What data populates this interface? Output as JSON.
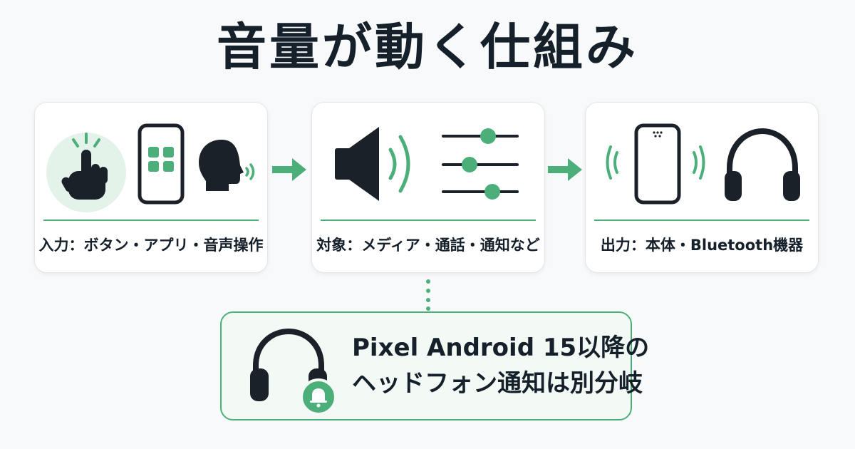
{
  "title": "音量が動く仕組み",
  "cards": [
    {
      "label": "入力：ボタン・アプリ・音声操作",
      "icons": [
        "tap-finger-icon",
        "phone-apps-icon",
        "voice-head-icon"
      ]
    },
    {
      "label": "対象：メディア・通話・通知など",
      "icons": [
        "speaker-volume-icon",
        "sliders-icon"
      ]
    },
    {
      "label": "出力：本体・Bluetooth機器",
      "icons": [
        "phone-sound-icon",
        "headphones-icon"
      ]
    }
  ],
  "note": {
    "line1": "Pixel Android 15以降の",
    "line2": "ヘッドフォン通知は別分岐",
    "icon": "headphones-bell-icon"
  },
  "colors": {
    "accent": "#4caf7a",
    "accent_light": "#e3f3ea",
    "dark": "#1b2128",
    "note_bg": "#f3faf5"
  }
}
